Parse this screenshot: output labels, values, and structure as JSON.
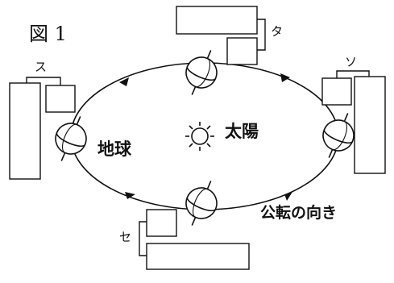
{
  "figure_title": "図 1",
  "labels": {
    "su": "ス",
    "so": "ソ",
    "ta": "タ",
    "se": "セ",
    "earth": "地球",
    "sun": "太陽",
    "revolution_direction": "公転の向き"
  },
  "colors": {
    "line": "#111111",
    "background": "#ffffff"
  },
  "icons": [
    "sun-icon",
    "earth-globe-icon",
    "orbit-arrow-icon"
  ]
}
